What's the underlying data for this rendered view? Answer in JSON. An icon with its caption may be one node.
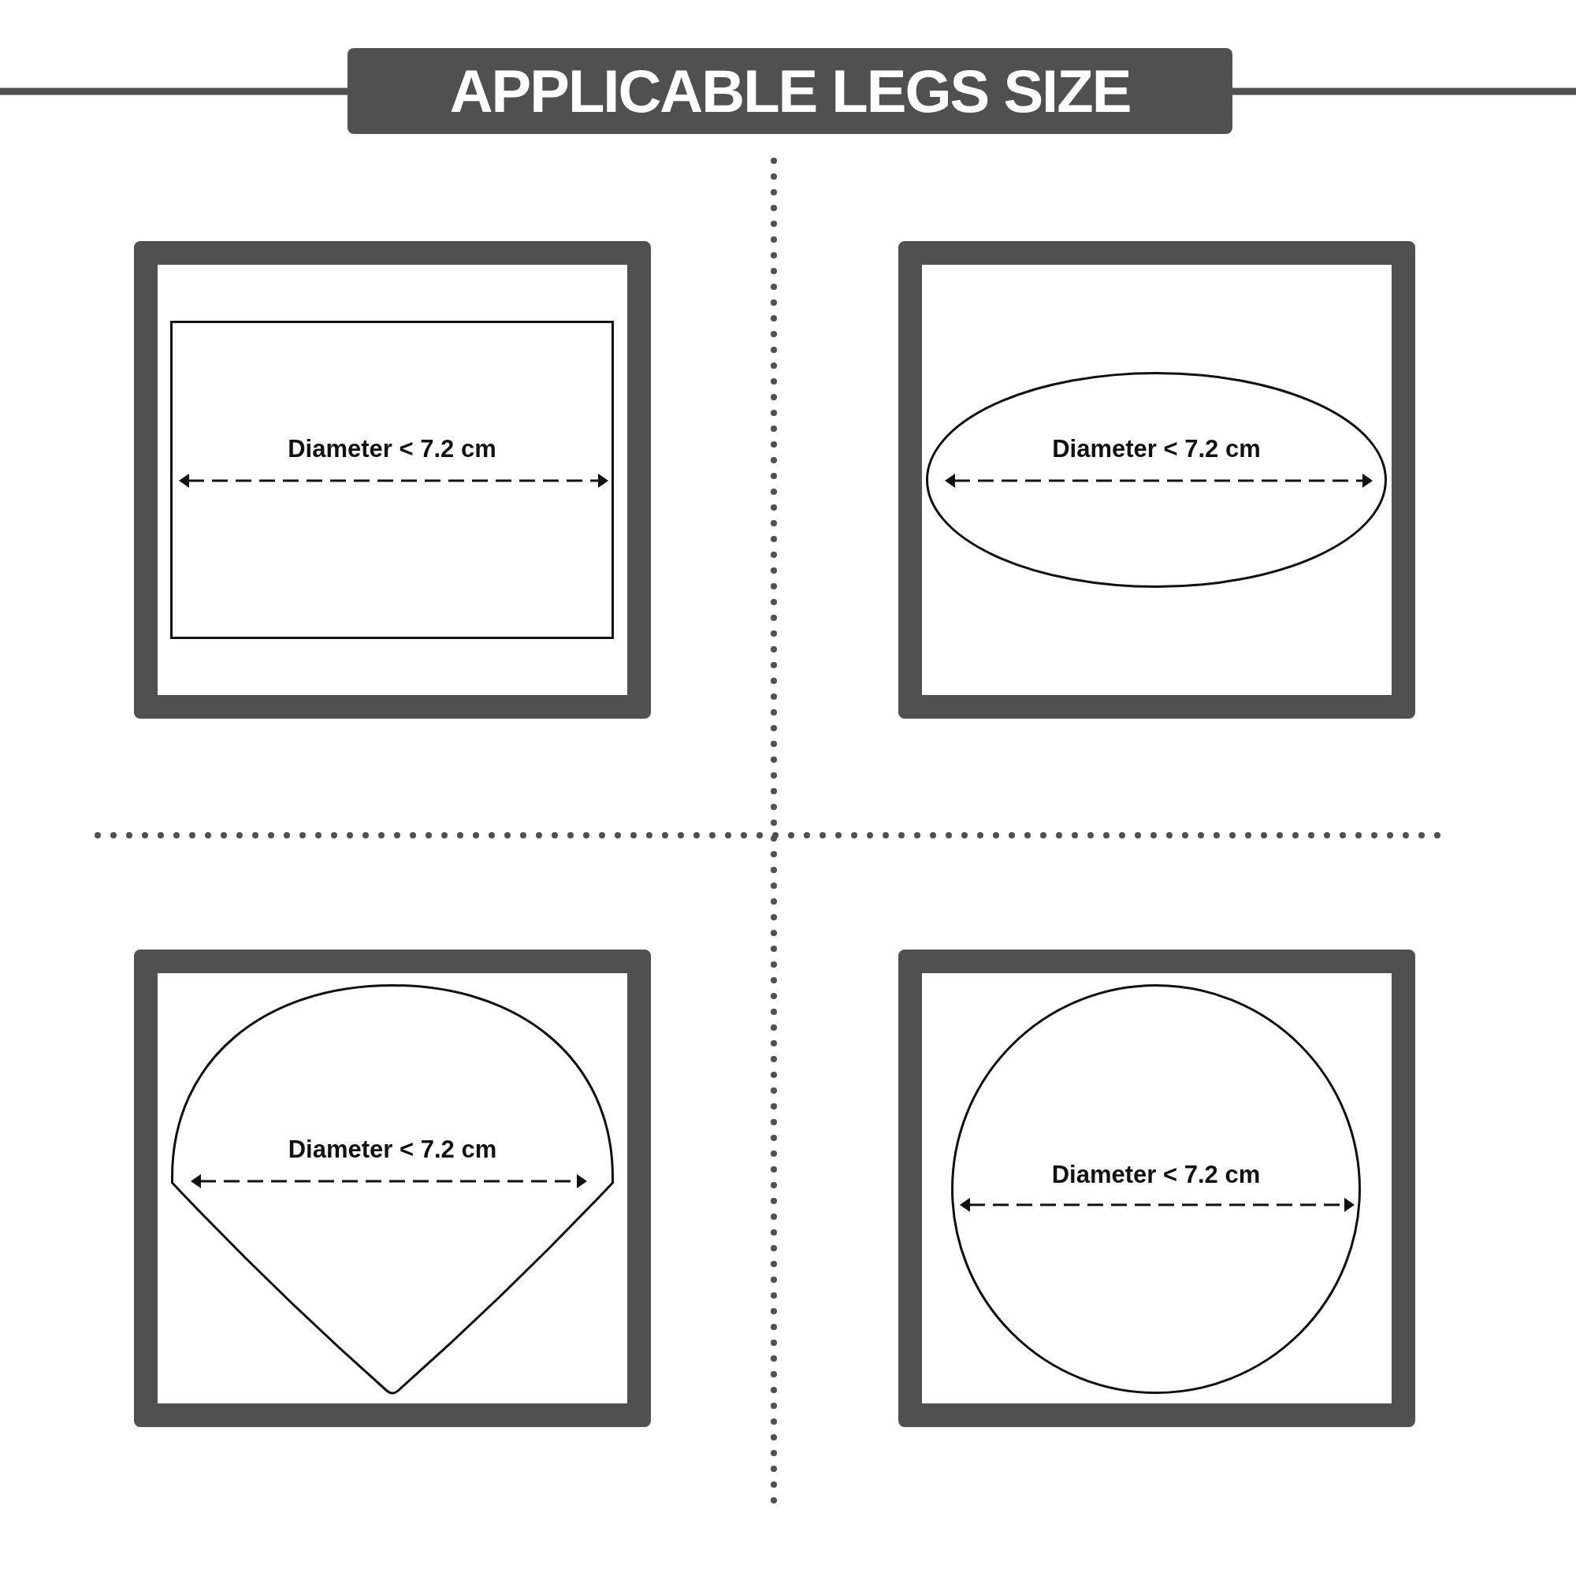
{
  "diagram": {
    "title": "APPLICABLE LEGS SIZE",
    "nodes": [
      {
        "text": [],
        "shape": "box"
      },
      {
        "text": [
          "Diameter < 7.2 cm"
        ],
        "in": 0
      },
      {
        "text": [],
        "shape": "box"
      },
      {
        "text": [
          "Diameter < 7.2 cm"
        ],
        "in": 2
      },
      {
        "text": [],
        "shape": "box"
      },
      {
        "text": [
          "Diameter < 7.2 cm"
        ],
        "in": 4
      },
      {
        "text": [],
        "shape": "box"
      },
      {
        "text": [
          "Diameter < 7.2 cm"
        ],
        "in": 6
      }
    ],
    "edges": []
  }
}
